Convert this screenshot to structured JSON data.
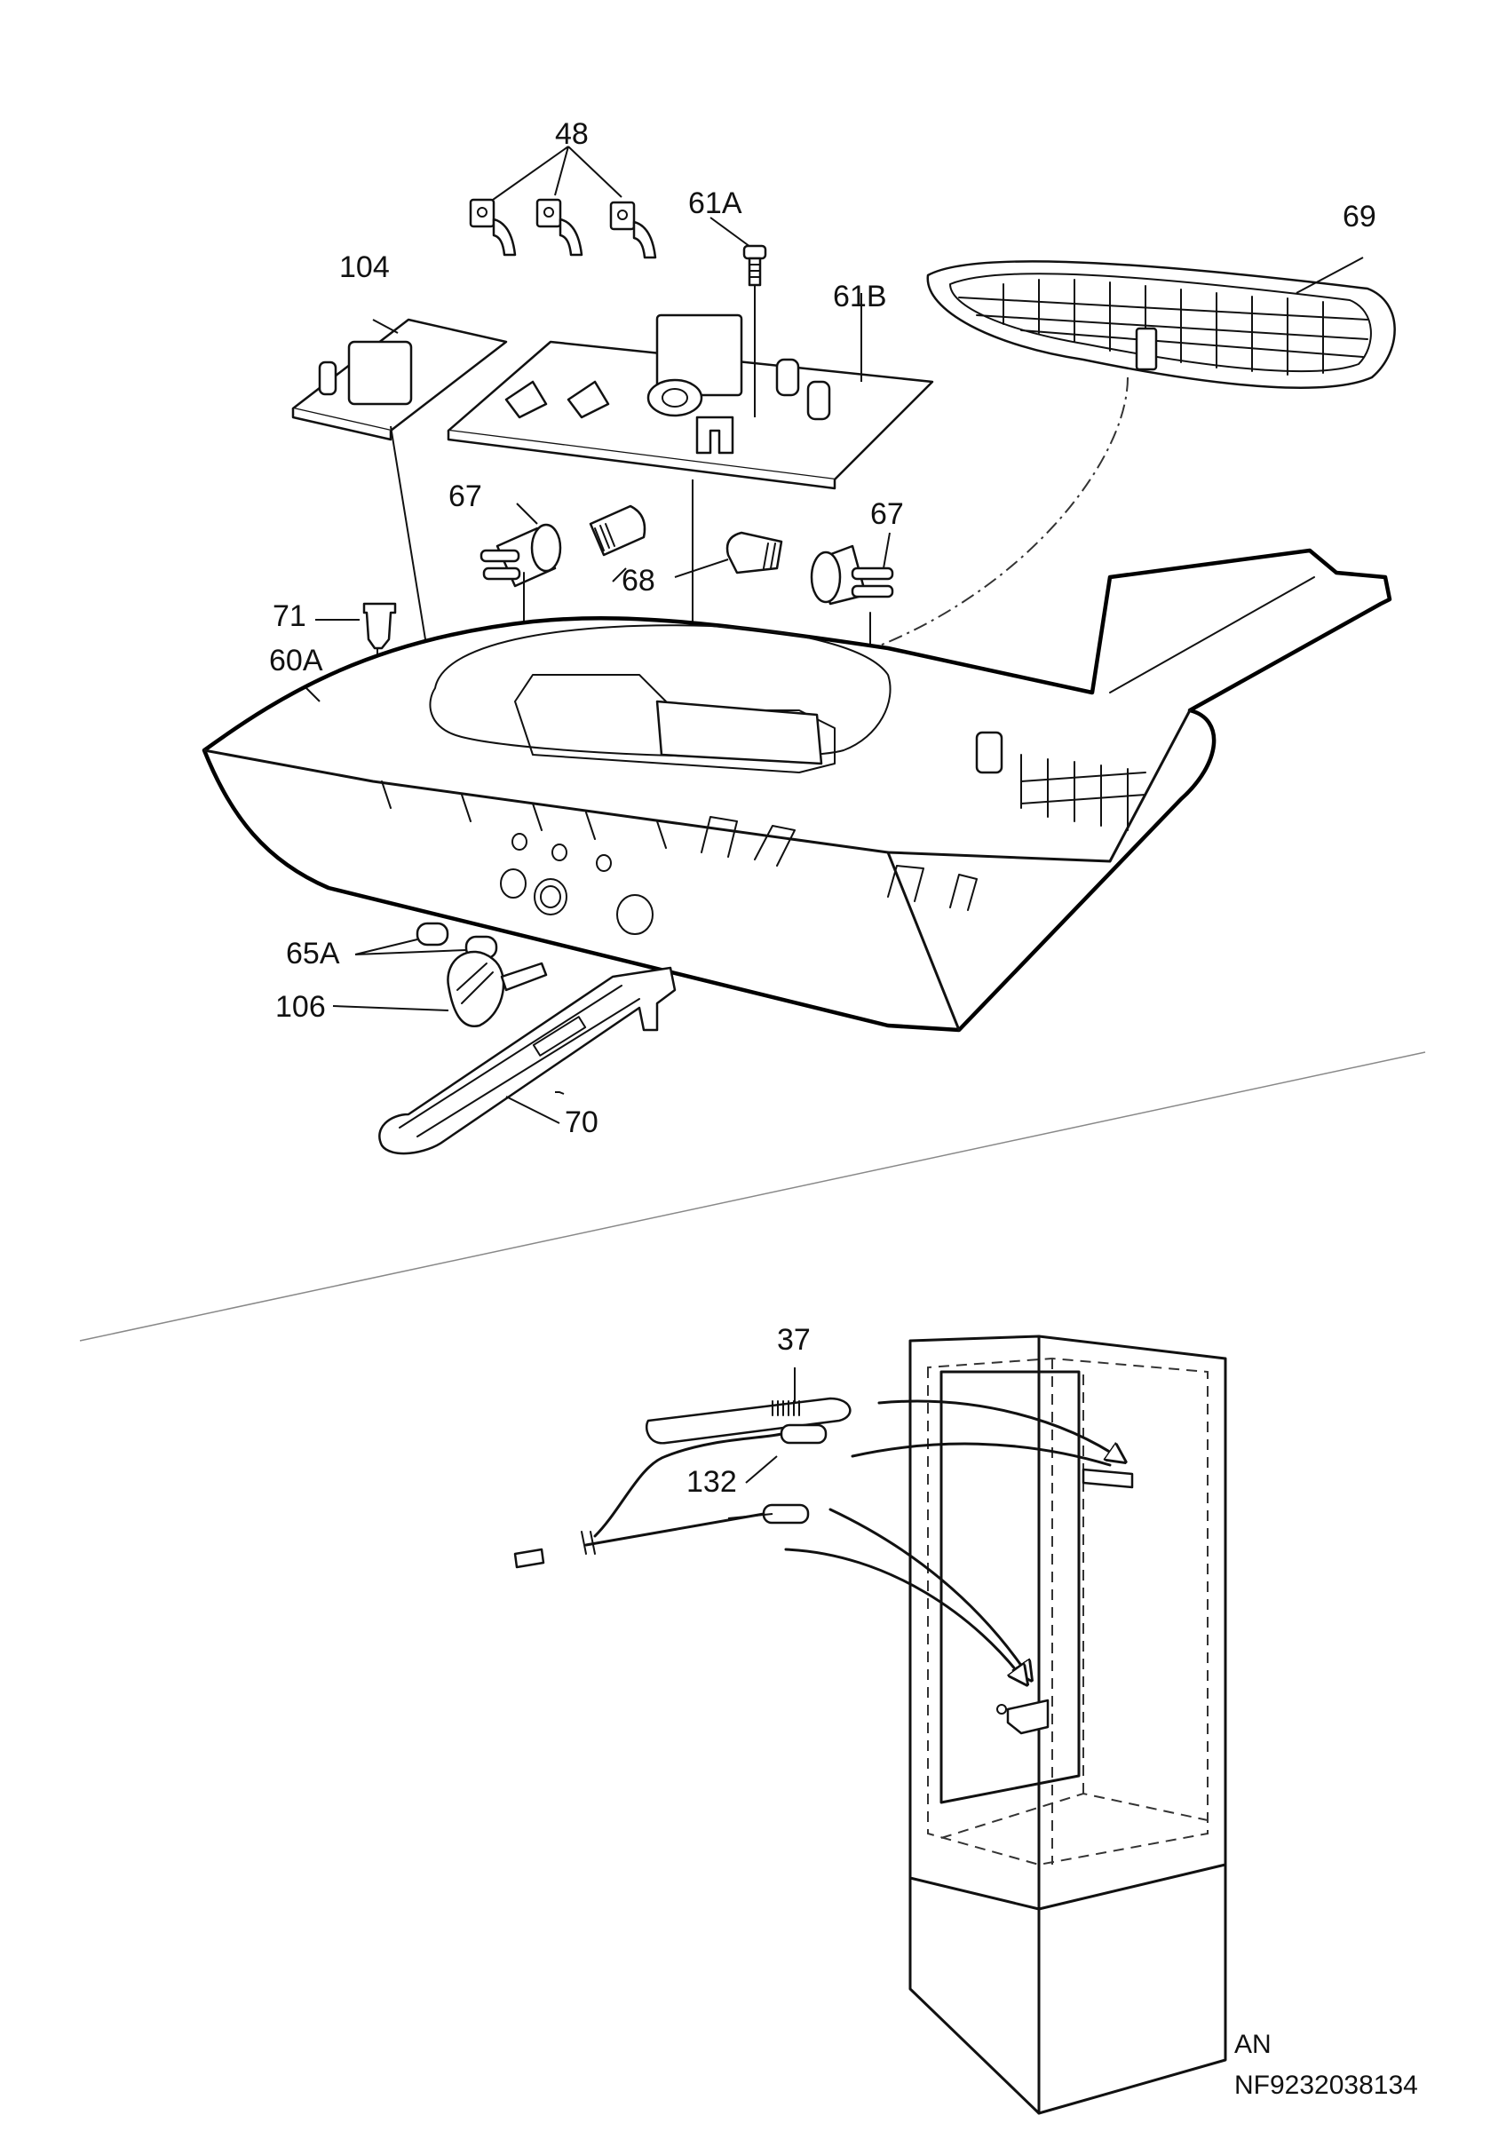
{
  "callouts": {
    "c48": "48",
    "c61A": "61A",
    "c69": "69",
    "c104": "104",
    "c61B": "61B",
    "c67a": "67",
    "c67b": "67",
    "c68": "68",
    "c71": "71",
    "c60A": "60A",
    "c65A": "65A",
    "c106": "106",
    "c70": "70",
    "c37": "37",
    "c132": "132"
  },
  "footer": {
    "code": "AN",
    "part_number": "NF9232038134"
  }
}
